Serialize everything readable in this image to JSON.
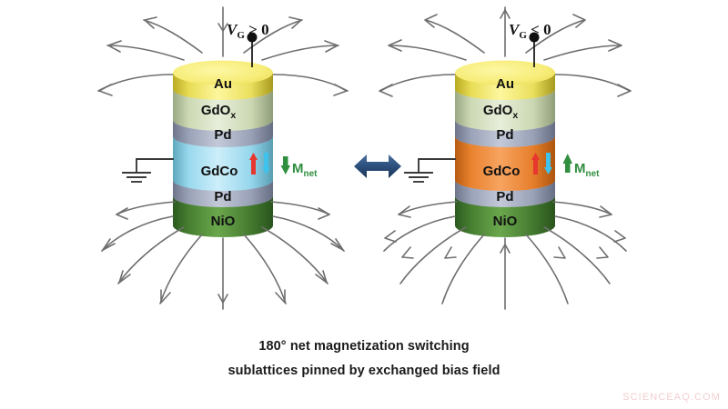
{
  "figure": {
    "background": "#ffffff",
    "caption_line1": "180° net magnetization switching",
    "caption_line2": "sublattices pinned by exchanged bias field",
    "watermark": "SCIENCEAQ.COM"
  },
  "colors": {
    "au": "#f5ea6a",
    "au_top": "#fbf48f",
    "gdox": "#d7e3c0",
    "pd": "#a9b0c4",
    "gdco_left": "#a9e2f2",
    "gdco_right": "#ef8a38",
    "nio": "#4e8c3a",
    "field_line": "#6e6e6e",
    "mnet_green": "#2f8f3f",
    "sublattice_gd": "#e8372e",
    "sublattice_co": "#3fc3ec",
    "switch_arrow": "#2c4f7c",
    "watermark": "#f2cfcf"
  },
  "pillars": [
    {
      "id": "left",
      "gate_label_main": "V",
      "gate_label_sub": "G",
      "gate_label_rel": "> 0",
      "gate_sign": "positive",
      "layers": [
        {
          "name": "Au",
          "label": "Au",
          "color": "#f5ea6a"
        },
        {
          "name": "GdOx",
          "label": "GdO",
          "sub": "x",
          "color": "#d7e3c0"
        },
        {
          "name": "Pd",
          "label": "Pd",
          "color": "#a9b0c4"
        },
        {
          "name": "GdCo",
          "label": "GdCo",
          "color": "#a9e2f2"
        },
        {
          "name": "Pd",
          "label": "Pd",
          "color": "#a9b0c4"
        },
        {
          "name": "NiO",
          "label": "NiO",
          "color": "#4e8c3a"
        }
      ],
      "sublattices": [
        {
          "element": "Gd",
          "direction": "up",
          "color": "#e8372e"
        },
        {
          "element": "Co",
          "direction": "down",
          "color": "#3fc3ec"
        }
      ],
      "net_magnetization": {
        "label": "M",
        "sub": "net",
        "direction": "down",
        "color": "#2f8f3f"
      },
      "field_direction": "inward",
      "grounded": true
    },
    {
      "id": "right",
      "gate_label_main": "V",
      "gate_label_sub": "G",
      "gate_label_rel": "< 0",
      "gate_sign": "negative",
      "layers": [
        {
          "name": "Au",
          "label": "Au",
          "color": "#f5ea6a"
        },
        {
          "name": "GdOx",
          "label": "GdO",
          "sub": "x",
          "color": "#d7e3c0"
        },
        {
          "name": "Pd",
          "label": "Pd",
          "color": "#a9b0c4"
        },
        {
          "name": "GdCo",
          "label": "GdCo",
          "color": "#ef8a38"
        },
        {
          "name": "Pd",
          "label": "Pd",
          "color": "#a9b0c4"
        },
        {
          "name": "NiO",
          "label": "NiO",
          "color": "#4e8c3a"
        }
      ],
      "sublattices": [
        {
          "element": "Gd",
          "direction": "up",
          "color": "#e8372e"
        },
        {
          "element": "Co",
          "direction": "down",
          "color": "#3fc3ec"
        }
      ],
      "net_magnetization": {
        "label": "M",
        "sub": "net",
        "direction": "up",
        "color": "#2f8f3f"
      },
      "field_direction": "outward",
      "grounded": true
    }
  ],
  "switch_arrow": {
    "name": "bidirectional-switch-arrow",
    "color": "#2c4f7c"
  }
}
